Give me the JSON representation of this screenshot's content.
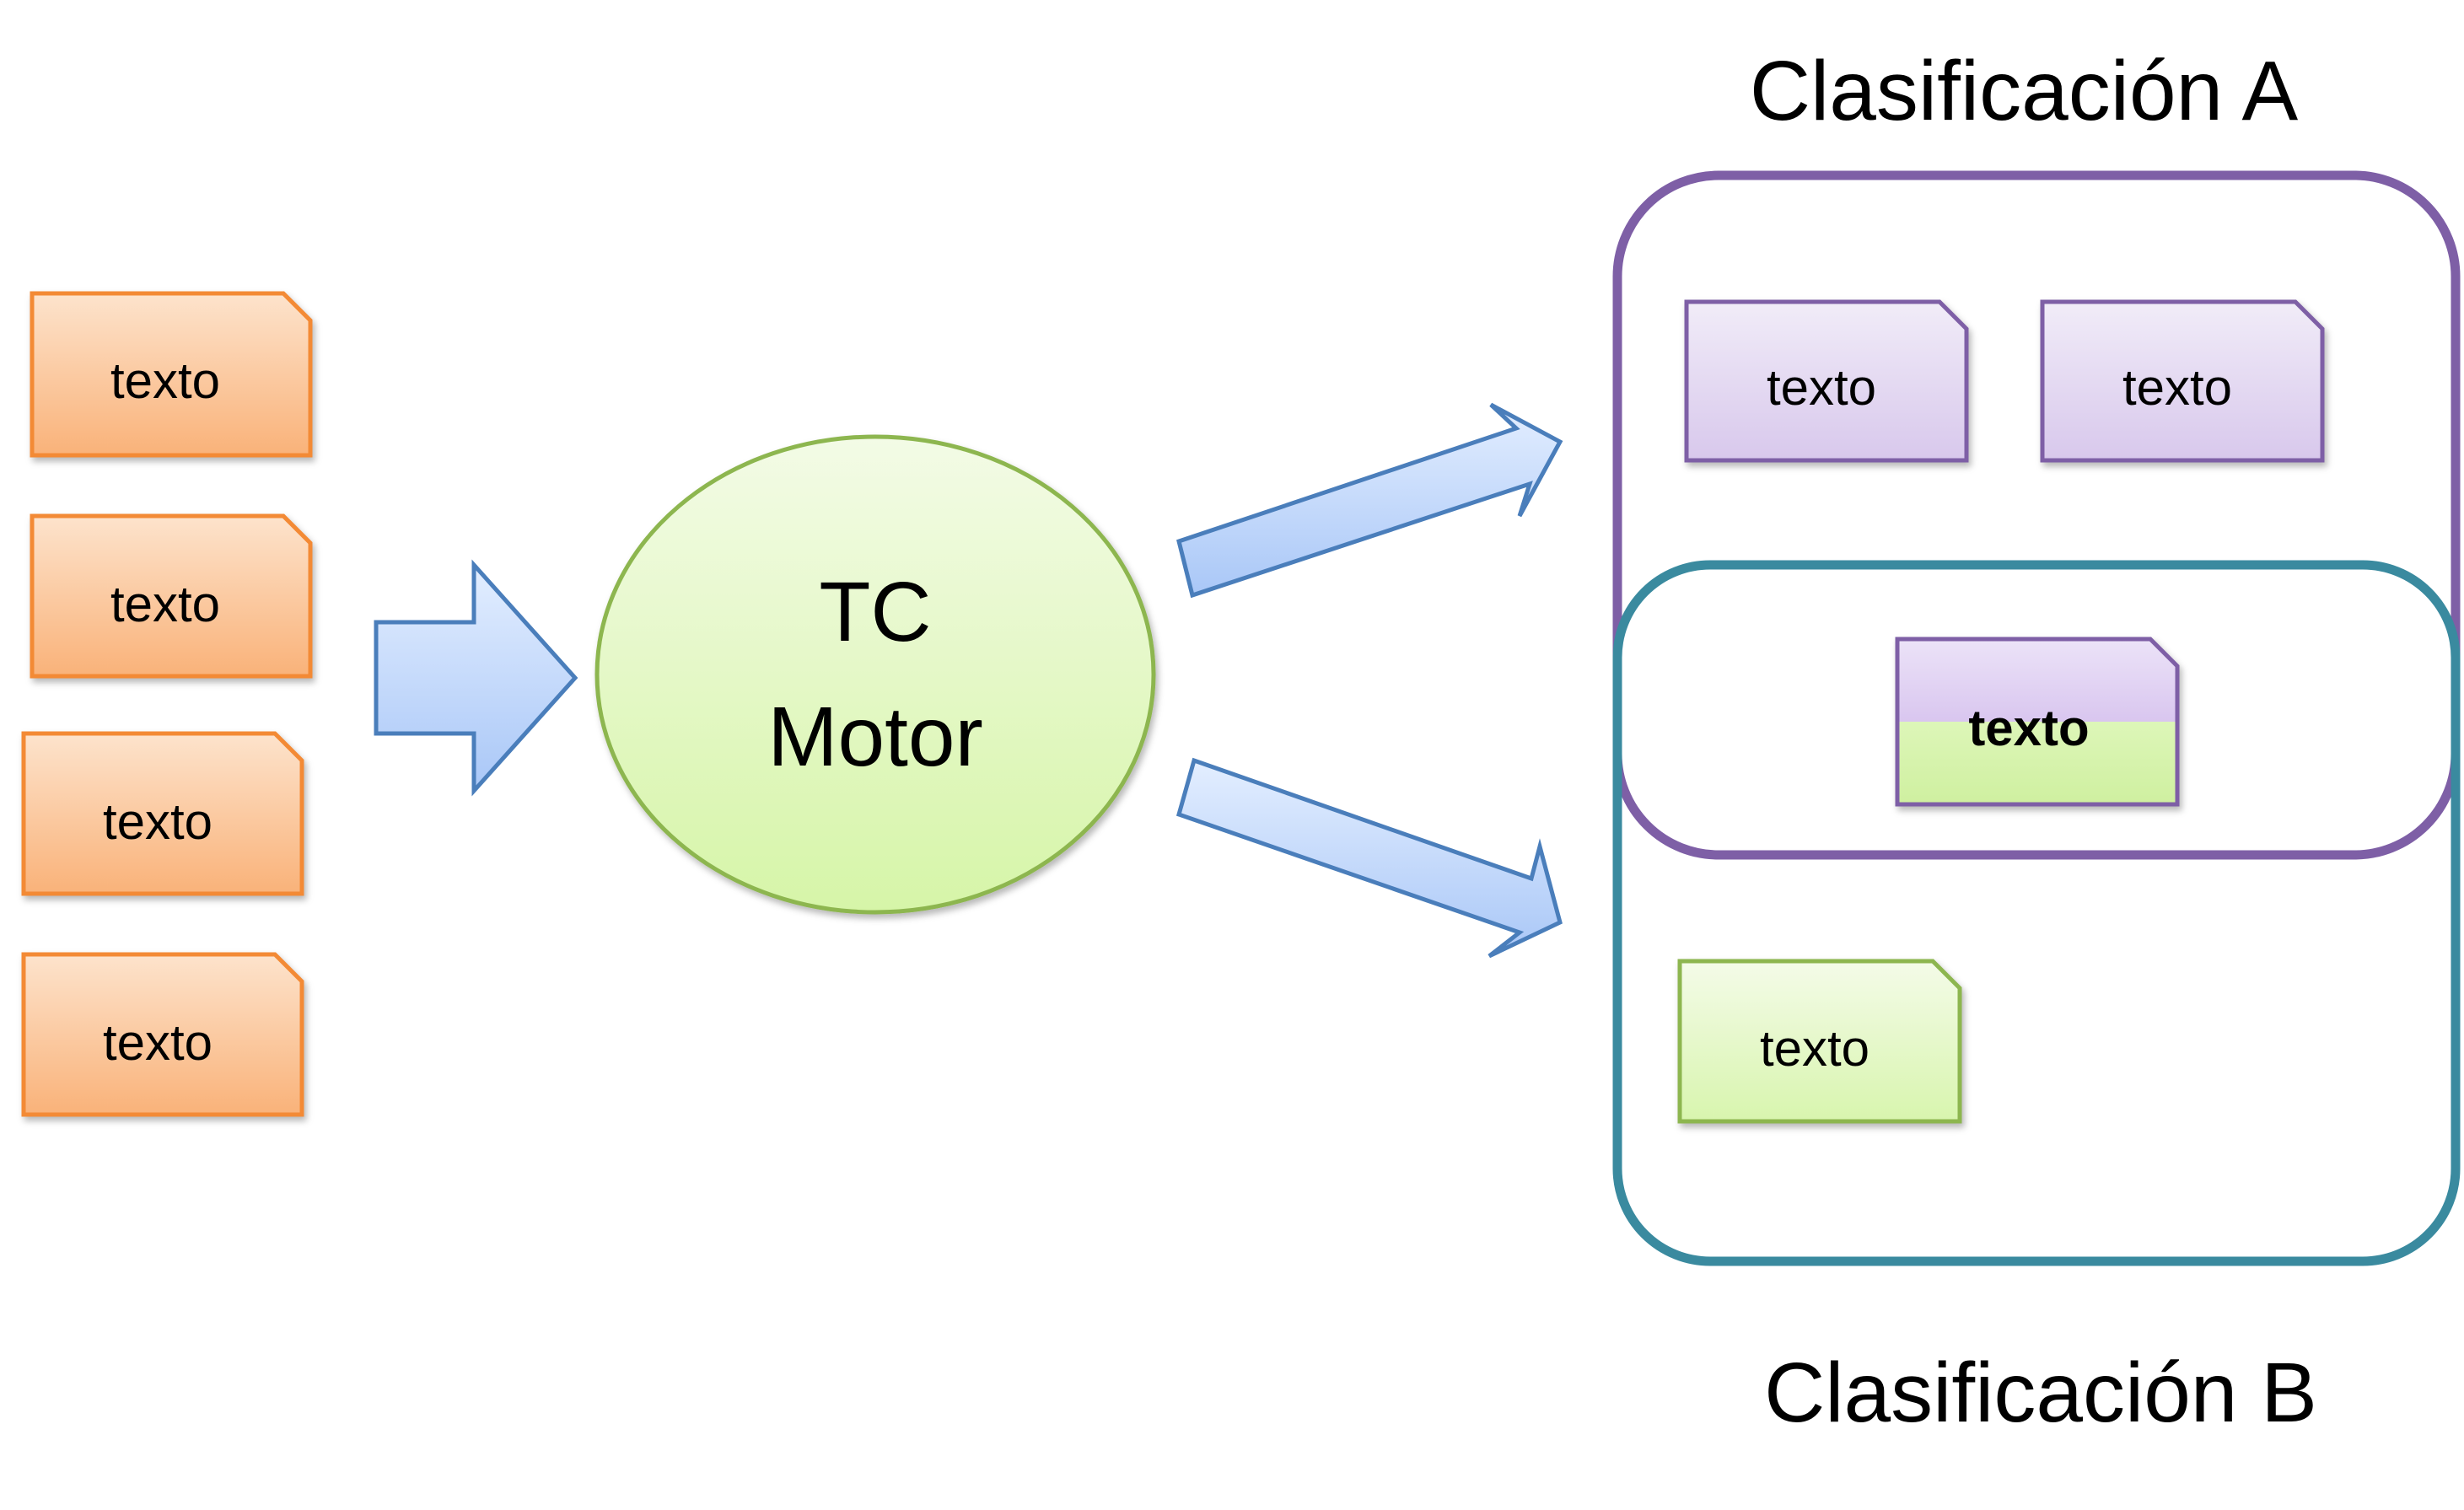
{
  "input_docs": [
    {
      "label": "texto"
    },
    {
      "label": "texto"
    },
    {
      "label": "texto"
    },
    {
      "label": "texto"
    }
  ],
  "engine": {
    "line1": "TC",
    "line2": "Motor"
  },
  "class_a": {
    "title": "Clasificación A",
    "docs": [
      {
        "label": "texto"
      },
      {
        "label": "texto"
      }
    ]
  },
  "overlap_doc": {
    "label": "texto"
  },
  "class_b": {
    "title": "Clasificación B",
    "docs": [
      {
        "label": "texto"
      }
    ]
  },
  "colors": {
    "orange_border": "#F38A35",
    "orange_top": "#FDE3CC",
    "orange_bottom": "#F9B279",
    "purple_border": "#7E5FA6",
    "purple_top": "#F1ECF8",
    "purple_bottom": "#D8C8EC",
    "green_border": "#8DB650",
    "green_top": "#F4FBE8",
    "green_bottom": "#D8F5AE",
    "teal_border": "#3A8A9F",
    "arrow_border": "#4A7EBB",
    "arrow_top": "#E3EEFF",
    "arrow_bottom": "#A9C7F7"
  }
}
